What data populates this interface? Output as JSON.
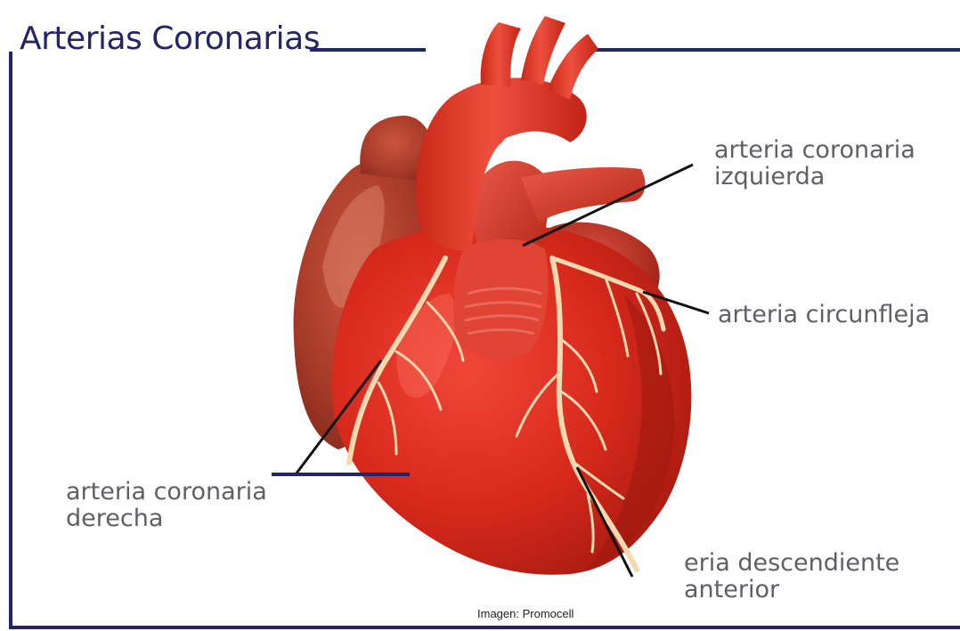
{
  "title": "Arterias Coronarias",
  "labels": {
    "left_coronary": [
      "arteria coronaria",
      "izquierda"
    ],
    "circumflex": "arteria circunfleja",
    "right_coronary": [
      "arteria coronaria",
      "derecha"
    ],
    "anterior_descending": [
      "eria descendiente",
      "anterior"
    ]
  },
  "credit": "Imagen: Promocell",
  "colors": {
    "frame": "#232567",
    "label_text": "#5f5f66",
    "heart_main": "#d92a1c",
    "heart_dark": "#9e1a10",
    "artery": "#f3d8b0"
  }
}
